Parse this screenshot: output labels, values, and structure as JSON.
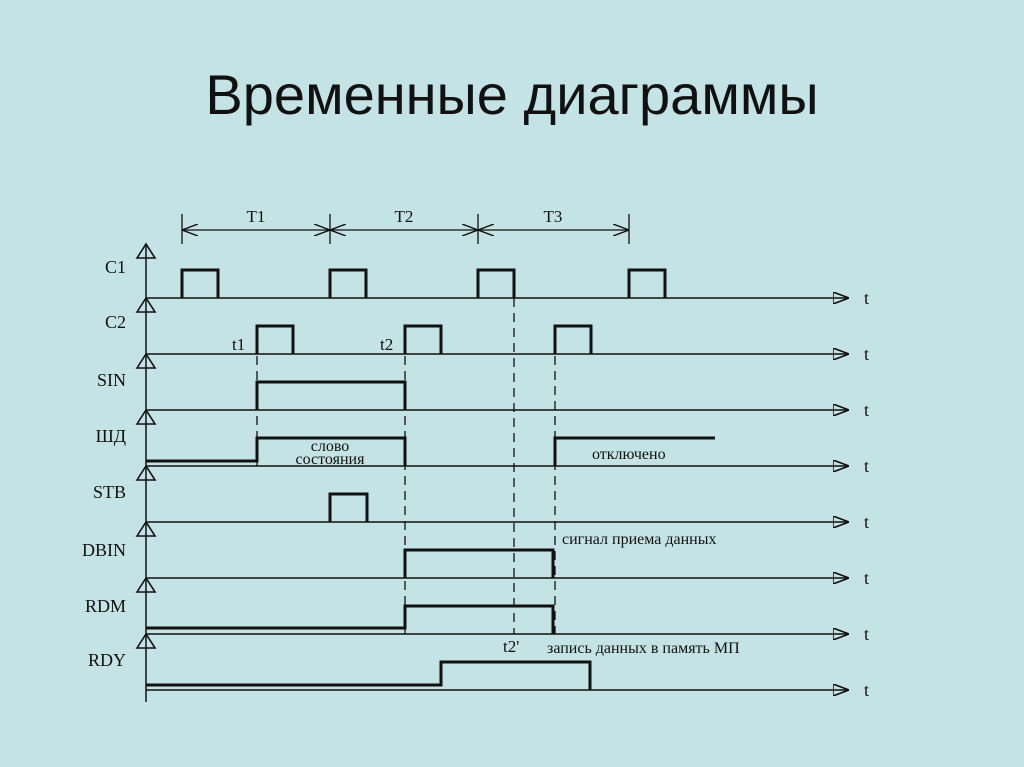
{
  "slide": {
    "title": "Временные диаграммы",
    "colors": {
      "background": "#c3e3e4",
      "ink": "#111111"
    }
  },
  "diagram": {
    "time_axis_label": "t",
    "periods": [
      "T1",
      "T2",
      "T3"
    ],
    "signals": [
      "C1",
      "C2",
      "SIN",
      "ШД",
      "STB",
      "DBIN",
      "RDM",
      "RDY"
    ],
    "markers": [
      "t1",
      "t2",
      "t2'"
    ],
    "annotations": {
      "status_word": [
        "слово",
        "состояния"
      ],
      "disabled": "отключено",
      "data_receive": "сигнал приема данных",
      "write_memory": "запись данных в память МП"
    }
  }
}
